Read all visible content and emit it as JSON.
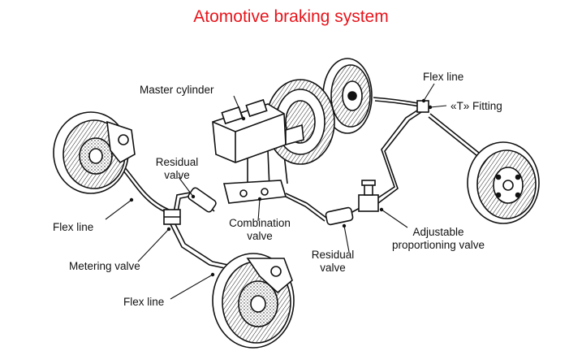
{
  "title": "Atomotive braking system",
  "labels": {
    "master_cylinder": "Master cylinder",
    "flex_line_top": "Flex line",
    "t_fitting": "«T» Fitting",
    "residual_valve_left_1": "Residual",
    "residual_valve_left_2": "valve",
    "flex_line_left": "Flex line",
    "combination_valve_1": "Combination",
    "combination_valve_2": "valve",
    "adjustable_proportioning_1": "Adjustable",
    "adjustable_proportioning_2": "proportioning valve",
    "metering_valve": "Metering valve",
    "residual_valve_right_1": "Residual",
    "residual_valve_right_2": "valve",
    "flex_line_bottom": "Flex line"
  },
  "colors": {
    "title": "#e8141b",
    "ink": "#111111"
  }
}
